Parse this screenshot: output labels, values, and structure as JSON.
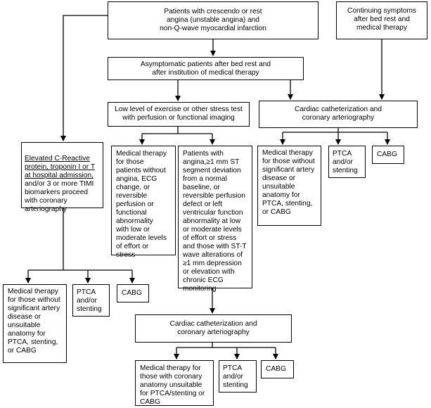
{
  "flowchart": {
    "top_box": "Patients with crescendo or rest\nangina (unstable angina) and\nnon-Q-wave myocardial infarction",
    "continuing_box": "Continuing symptoms\nafter bed rest and\nmedical therapy",
    "asymptomatic_box": "Asymptomatic patients after bed rest and\nafter institution of medical therapy",
    "stress_test_box": "Low level of exercise or other stress test\nwith perfusion or functional imaging",
    "cath_right_box": "Cardiac catheterization and\ncoronary arteriography",
    "biomarkers_underlined": "Elevated C-Reactive\nprotein, troponin I or T\nat hospital admission,",
    "biomarkers_rest": "and/or 3 or more TIMI\nbiomarkers proceed\nwith coronary\narteriography",
    "medical_no_angina_box": "Medical therapy\nfor those\npatients without\nangina, ECG\nchange, or\nreversible\nperfusion or\nfunctional\nabnormality\nwith low or\nmoderate levels\nof effort or\nstress",
    "angina_st_box": "Patients with\nangina,≥1 mm ST\nsegment deviation\nfrom a normal\nbaseline, or\nreversible perfusion\ndefect or left\nventricular function\nabnormality at low\nor moderate levels\nof effort or stress\nand those with ST-T\nwave alterations of\n≥1 mm depression\nor elevation with\nchronic ECG\nmonitoring",
    "right_medical_box": "Medical therapy\nfor those without\nsignificant artery\ndisease or\nunsuitable\nanatomy for\nPTCA, stenting,\nor CABG",
    "right_ptca_box": "PTCA\nand/or\nstenting",
    "right_cabg_box": "CABG",
    "left_medical_box": "Medical therapy\nfor those without\nsignificant artery\ndisease or\nunsuitable\nanatomy for\nPTCA, stenting,\nor CABG",
    "left_ptca_box": "PTCA\nand/or\nstenting",
    "left_cabg_box": "CABG",
    "cath_bottom_box": "Cardiac catheterization and\ncoronary arteriography",
    "bottom_medical_box": "Medical therapy for\nthose with coronary\nanatomy unsuitable\nfor PTCA/stenting or\nCABG",
    "bottom_ptca_box": "PTCA\nand/or\nstenting",
    "bottom_cabg_box": "CABG"
  },
  "colors": {
    "line": "#000000",
    "background": "#ffffff"
  }
}
